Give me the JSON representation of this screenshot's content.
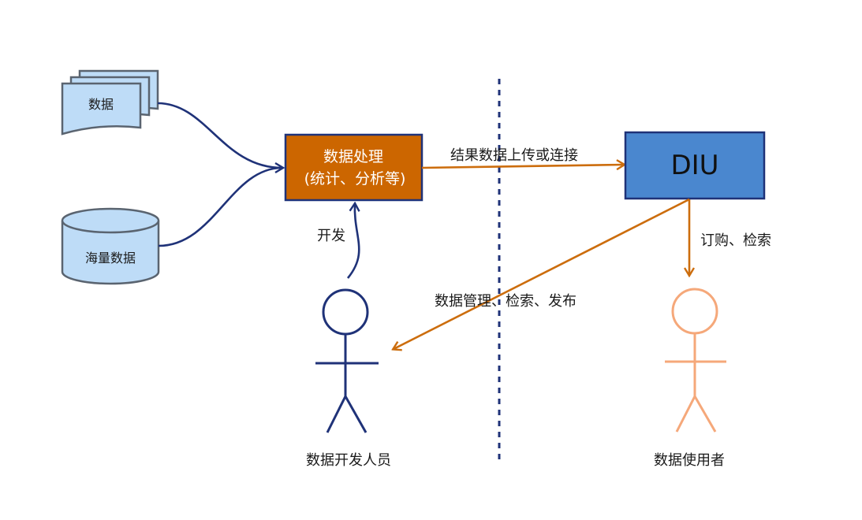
{
  "colors": {
    "navy": "#1f3278",
    "orange": "#cc6d0d",
    "process_fill": "#cc6600",
    "diu_fill": "#4a87cf",
    "data_fill": "#bedcf7",
    "user_person": "#f5a87a",
    "divider": "#1f3278"
  },
  "sources": {
    "documents_label": "数据",
    "database_label": "海量数据"
  },
  "process_box": {
    "line1": "数据处理",
    "line2": "(统计、分析等)"
  },
  "diu_box": {
    "label": "DIU"
  },
  "arrows": {
    "upload_label": "结果数据上传或连接",
    "develop_label": "开发",
    "order_label": "订购、检索",
    "manage_label": "数据管理、检索、发布"
  },
  "actors": {
    "developer_label": "数据开发人员",
    "user_label": "数据使用者"
  }
}
